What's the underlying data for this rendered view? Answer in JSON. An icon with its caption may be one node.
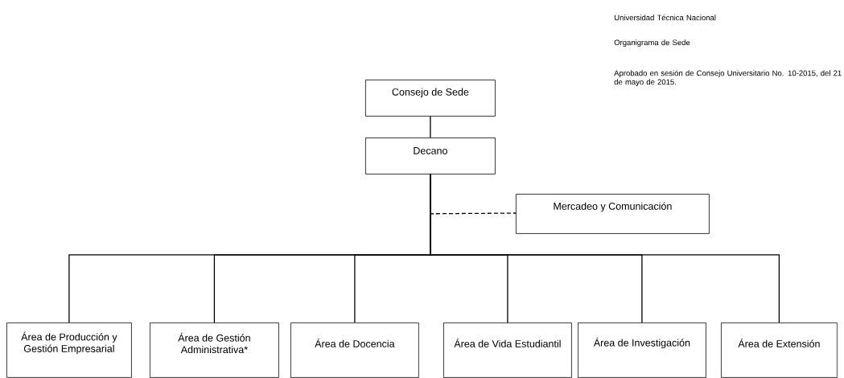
{
  "diagram": {
    "nodes": [
      {
        "text": [
          "Consejo de Sede"
        ]
      },
      {
        "text": [
          "Decano"
        ]
      },
      {
        "text": [
          "Mercadeo y Comunicación"
        ]
      },
      {
        "text": [
          "Área de Producción y Gestión Empresarial"
        ]
      },
      {
        "text": [
          "Área de Gestión Administrativa*"
        ]
      },
      {
        "text": [
          "Área de Docencia"
        ]
      },
      {
        "text": [
          "Área de Vida Estudiantil"
        ]
      },
      {
        "text": [
          "Área de Investigación"
        ]
      },
      {
        "text": [
          "Área de Extensión"
        ]
      }
    ],
    "edges": [
      {
        "from": 0,
        "to": 1,
        "arrow": "none"
      },
      {
        "from": 1,
        "to": 2,
        "arrow": "none",
        "style": "dashed"
      },
      {
        "from": 1,
        "to": 3,
        "arrow": "none"
      },
      {
        "from": 1,
        "to": 4,
        "arrow": "none"
      },
      {
        "from": 1,
        "to": 5,
        "arrow": "none"
      },
      {
        "from": 1,
        "to": 6,
        "arrow": "none"
      },
      {
        "from": 1,
        "to": 7,
        "arrow": "none"
      },
      {
        "from": 1,
        "to": 8,
        "arrow": "none"
      }
    ],
    "labels": [
      "Universidad Técnica Nacional",
      "Organigrama de Sede",
      "Aprobado en sesión de Consejo Universitario No. 10-2015, del 21 de mayo de 2015."
    ]
  }
}
